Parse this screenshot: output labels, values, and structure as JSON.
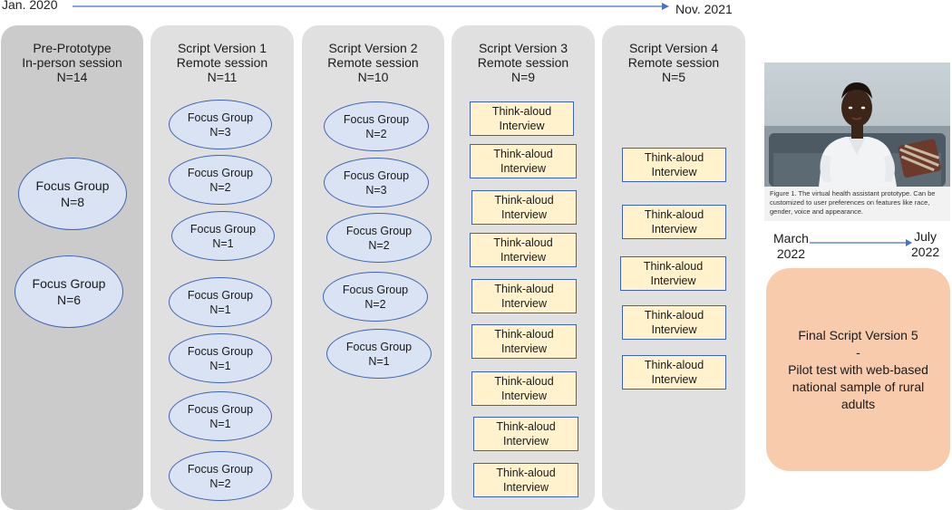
{
  "timeline": {
    "start_label": "Jan. 2020",
    "end_label": "Nov. 2021"
  },
  "columns": [
    {
      "id": "pre-prototype",
      "title": "Pre-Prototype",
      "subtitle": "In-person session",
      "n": "N=14",
      "item_type": "focus-group",
      "items": [
        {
          "label": "Focus Group",
          "n": "N=8"
        },
        {
          "label": "Focus Group",
          "n": "N=6"
        }
      ]
    },
    {
      "id": "script-v1",
      "title": "Script Version 1",
      "subtitle": "Remote session",
      "n": "N=11",
      "item_type": "focus-group",
      "items": [
        {
          "label": "Focus Group",
          "n": "N=3"
        },
        {
          "label": "Focus Group",
          "n": "N=2"
        },
        {
          "label": "Focus Group",
          "n": "N=1"
        },
        {
          "label": "Focus Group",
          "n": "N=1"
        },
        {
          "label": "Focus Group",
          "n": "N=1"
        },
        {
          "label": "Focus Group",
          "n": "N=1"
        },
        {
          "label": "Focus Group",
          "n": "N=2"
        }
      ]
    },
    {
      "id": "script-v2",
      "title": "Script Version 2",
      "subtitle": "Remote session",
      "n": "N=10",
      "item_type": "focus-group",
      "items": [
        {
          "label": "Focus Group",
          "n": "N=2"
        },
        {
          "label": "Focus Group",
          "n": "N=3"
        },
        {
          "label": "Focus Group",
          "n": "N=2"
        },
        {
          "label": "Focus Group",
          "n": "N=2"
        },
        {
          "label": "Focus Group",
          "n": "N=1"
        }
      ]
    },
    {
      "id": "script-v3",
      "title": "Script Version 3",
      "subtitle": "Remote session",
      "n": "N=9",
      "item_type": "think-aloud",
      "items": [
        {
          "line1": "Think-aloud",
          "line2": "Interview"
        },
        {
          "line1": "Think-aloud",
          "line2": "Interview"
        },
        {
          "line1": "Think-aloud",
          "line2": "Interview"
        },
        {
          "line1": "Think-aloud",
          "line2": "Interview"
        },
        {
          "line1": "Think-aloud",
          "line2": "Interview"
        },
        {
          "line1": "Think-aloud",
          "line2": "Interview"
        },
        {
          "line1": "Think-aloud",
          "line2": "Interview"
        },
        {
          "line1": "Think-aloud",
          "line2": "Interview"
        },
        {
          "line1": "Think-aloud",
          "line2": "Interview"
        }
      ]
    },
    {
      "id": "script-v4",
      "title": "Script Version 4",
      "subtitle": "Remote session",
      "n": "N=5",
      "item_type": "think-aloud",
      "items": [
        {
          "line1": "Think-aloud",
          "line2": "Interview"
        },
        {
          "line1": "Think-aloud",
          "line2": "Interview"
        },
        {
          "line1": "Think-aloud",
          "line2": "Interview"
        },
        {
          "line1": "Think-aloud",
          "line2": "Interview"
        },
        {
          "line1": "Think-aloud",
          "line2": "Interview"
        }
      ]
    }
  ],
  "figure": {
    "caption": "Figure 1. The virtual health assistant prototype. Can be customized to user preferences on features like race, gender, voice and appearance."
  },
  "final_timeline": {
    "start_line1": "March",
    "start_line2": "2022",
    "end_line1": "July",
    "end_line2": "2022"
  },
  "final": {
    "line1": "Final Script Version 5",
    "line2": "-",
    "line3": "Pilot test with web-based",
    "line4": "national sample of rural",
    "line5": "adults"
  },
  "colors": {
    "column_dark": "#cbcbcb",
    "column_light": "#e0e0e0",
    "ellipse_fill": "#dae3f3",
    "ellipse_stroke": "#3f63b4",
    "rect_fill": "#fff2cc",
    "final_fill": "#f8cbad",
    "arrow": "#4472c4"
  }
}
